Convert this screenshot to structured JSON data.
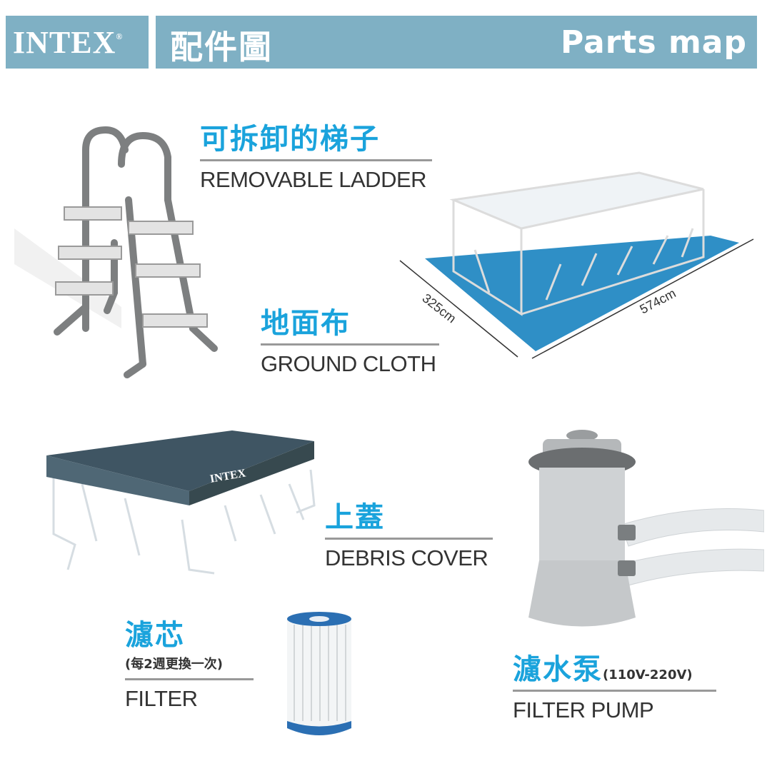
{
  "header": {
    "brand": "INTEX",
    "brand_mark": "®",
    "title_zh": "配件圖",
    "title_en": "Parts map"
  },
  "colors": {
    "header_bg": "#7fb0c4",
    "accent_blue": "#1aa3dc",
    "ground_cloth": "#2f8fc6",
    "cover": "#3f5563"
  },
  "parts": [
    {
      "zh": "可拆卸的梯子",
      "en": "REMOVABLE LADDER",
      "icon": "ladder-icon"
    },
    {
      "zh": "地面布",
      "en": "GROUND CLOTH",
      "icon": "ground-cloth-icon",
      "dims": [
        "325cm",
        "574cm"
      ]
    },
    {
      "zh": "上蓋",
      "en": "DEBRIS COVER",
      "icon": "debris-cover-icon",
      "cover_brand": "INTEX"
    },
    {
      "zh": "濾芯",
      "note": "(每2週更換一次)",
      "en": "FILTER",
      "icon": "filter-cartridge-icon"
    },
    {
      "zh": "濾水泵",
      "suffix": "(110V-220V)",
      "en": "FILTER PUMP",
      "icon": "filter-pump-icon"
    }
  ]
}
